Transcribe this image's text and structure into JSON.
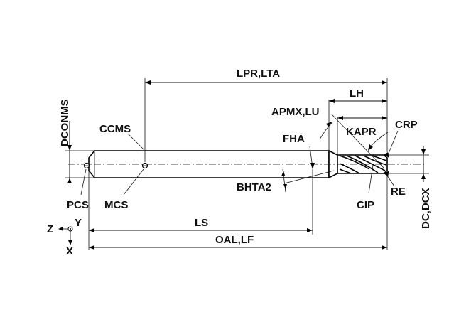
{
  "labels": {
    "lpr_lta": "LPR,LTA",
    "lh": "LH",
    "apmx_lu": "APMX,LU",
    "dconms": "DCONMS",
    "ccms": "CCMS",
    "fha": "FHA",
    "kapr": "KAPR",
    "crp": "CRP",
    "bhta2": "BHTA2",
    "re": "RE",
    "pcs": "PCS",
    "mcs": "MCS",
    "cip": "CIP",
    "dc_dcx": "DC,DCX",
    "ls": "LS",
    "oal_lf": "OAL,LF",
    "axis_z": "Z",
    "axis_y": "Y",
    "axis_x": "X"
  }
}
